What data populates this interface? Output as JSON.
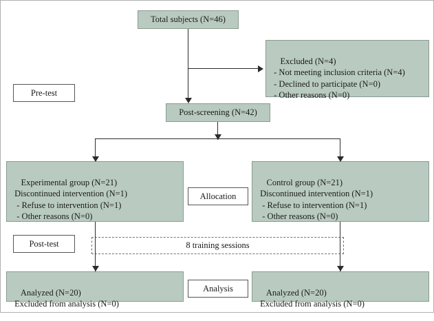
{
  "diagram": {
    "type": "consort-flow-diagram",
    "colors": {
      "box_fill": "#b9cbc0",
      "box_border": "#8a9a91",
      "line": "#2b2b2b",
      "label_border": "#555555",
      "frame_border": "#b0b0b0",
      "background": "#ffffff"
    },
    "nodes": {
      "total_subjects": "Total subjects (N=46)",
      "excluded": "Excluded (N=4)\n - Not meeting inclusion criteria (N=4)\n - Declined to participate (N=0)\n - Other reasons (N=0)",
      "post_screening": "Post-screening (N=42)",
      "experimental_group": "Experimental group (N=21)\n Discontinued intervention (N=1)\n  - Refuse to intervention (N=1)\n  - Other reasons (N=0)",
      "control_group": "Control group (N=21)\n Discontinued intervention (N=1)\n  - Refuse to intervention (N=1)\n  - Other reasons (N=0)",
      "analyzed_left": "Analyzed (N=20)\n Excluded from analysis (N=0)",
      "analyzed_right": "Analyzed (N=20)\n Excluded from analysis (N=0)"
    },
    "stage_labels": {
      "pre_test": "Pre-test",
      "allocation": "Allocation",
      "post_test": "Post-test",
      "analysis": "Analysis"
    },
    "intervention": {
      "training": "8 training sessions"
    }
  }
}
